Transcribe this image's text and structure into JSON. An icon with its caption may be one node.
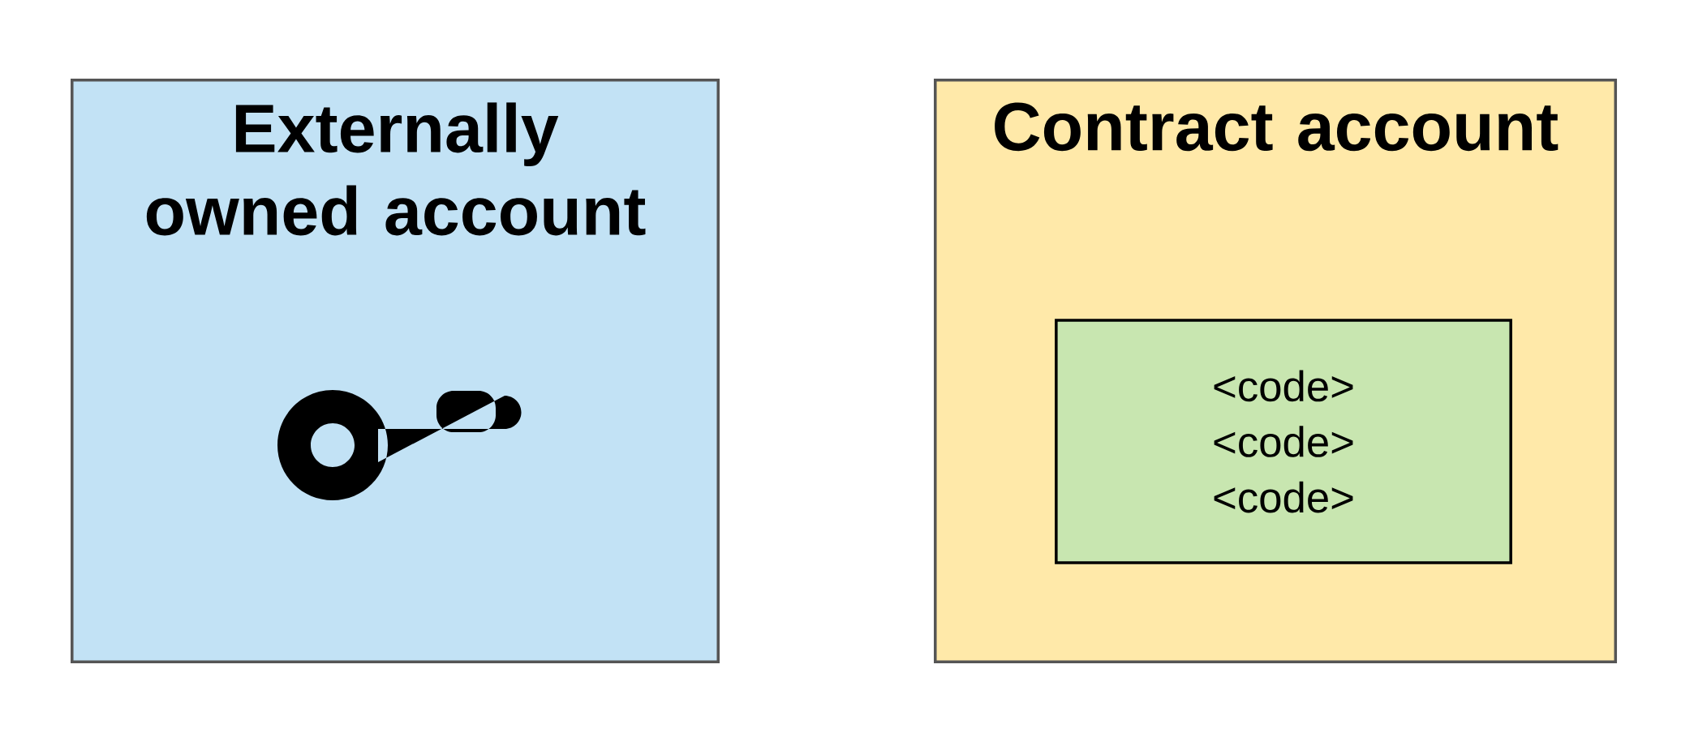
{
  "diagram": {
    "nodes": [
      {
        "text": [
          "Externally owned account"
        ]
      },
      {
        "text": [
          "Contract account"
        ]
      },
      {
        "text": [
          "<code>",
          "<code>",
          "<code>"
        ],
        "in": 1
      }
    ]
  }
}
